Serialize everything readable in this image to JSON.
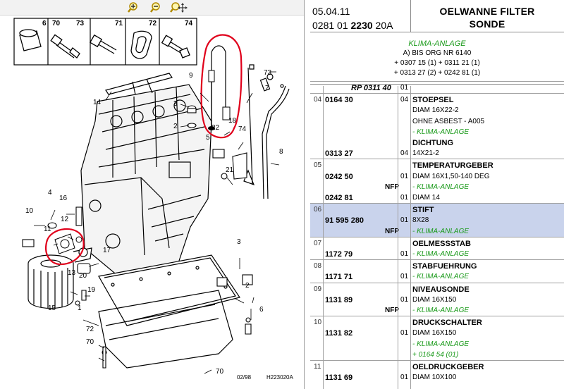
{
  "toolbar": {
    "zoom_in": "zoom-in-icon",
    "zoom_out": "zoom-out-icon",
    "pan": "zoom-pan-icon"
  },
  "drawing": {
    "kit_labels": [
      "6",
      "70",
      "73",
      "71",
      "72",
      "74"
    ],
    "callouts": [
      "14",
      "9",
      "3",
      "2",
      "7",
      "73",
      "18",
      "22",
      "74",
      "5",
      "21",
      "8",
      "4",
      "16",
      "10",
      "12",
      "11",
      "17",
      "15",
      "1",
      "20",
      "19",
      "13",
      "3",
      "2",
      "6",
      "72",
      "70",
      "70"
    ],
    "date_code": "02/98",
    "fig_code": "H223020A",
    "highlight_color": "#e0001b"
  },
  "header": {
    "date": "05.04.11",
    "ref_prefix": "0281 01",
    "ref_bold": "2230",
    "ref_suffix": "20A",
    "title_line1": "OELWANNE FILTER",
    "title_line2": "SONDE"
  },
  "info": {
    "klima": "KLIMA-ANLAGE",
    "line1": "A) BIS ORG NR 6140",
    "line2": "+ 0307 15 (1) + 0311 21 (1)",
    "line3": "+ 0313 27 (2) + 0242 81 (1)"
  },
  "rows": [
    {
      "num": "",
      "lines": [
        {
          "ref": "RP 0311 40",
          "flag": "",
          "qty": "01",
          "desc": "",
          "style": ""
        }
      ]
    },
    {
      "num": "04",
      "lines": [
        {
          "ref": "0164 30",
          "flag": "",
          "qty": "04",
          "desc": "STOEPSEL",
          "style": "b"
        },
        {
          "ref": "",
          "flag": "",
          "qty": "",
          "desc": "DIAM 16X22-2",
          "style": ""
        },
        {
          "ref": "",
          "flag": "",
          "qty": "",
          "desc": "OHNE ASBEST - A005",
          "style": ""
        },
        {
          "ref": "",
          "flag": "",
          "qty": "",
          "desc": "- KLIMA-ANLAGE",
          "style": "g"
        },
        {
          "ref": "",
          "flag": "",
          "qty": "",
          "desc": "DICHTUNG",
          "style": "b"
        },
        {
          "ref": "0313 27",
          "flag": "",
          "qty": "04",
          "desc": "14X21-2",
          "style": ""
        }
      ]
    },
    {
      "num": "05",
      "lines": [
        {
          "ref": "",
          "flag": "",
          "qty": "",
          "desc": "TEMPERATURGEBER",
          "style": "b"
        },
        {
          "ref": "0242 50",
          "flag": "",
          "qty": "01",
          "desc": "DIAM 16X1,50-140 DEG",
          "style": ""
        },
        {
          "ref": "",
          "flag": "NFP",
          "qty": "",
          "desc": "- KLIMA-ANLAGE",
          "style": "g"
        },
        {
          "ref": "0242 81",
          "flag": "",
          "qty": "01",
          "desc": "DIAM 14",
          "style": ""
        }
      ]
    },
    {
      "num": "06",
      "selected": true,
      "lines": [
        {
          "ref": "",
          "flag": "",
          "qty": "",
          "desc": "STIFT",
          "style": "b"
        },
        {
          "ref": "91 595 280",
          "flag": "",
          "qty": "01",
          "desc": "8X28",
          "style": ""
        },
        {
          "ref": "",
          "flag": "NFP",
          "qty": "",
          "desc": "- KLIMA-ANLAGE",
          "style": "g"
        }
      ]
    },
    {
      "num": "07",
      "lines": [
        {
          "ref": "",
          "flag": "",
          "qty": "",
          "desc": "OELMESSSTAB",
          "style": "b"
        },
        {
          "ref": "1172 79",
          "flag": "",
          "qty": "01",
          "desc": "- KLIMA-ANLAGE",
          "style": "g"
        }
      ]
    },
    {
      "num": "08",
      "lines": [
        {
          "ref": "",
          "flag": "",
          "qty": "",
          "desc": "STABFUEHRUNG",
          "style": "b"
        },
        {
          "ref": "1171 71",
          "flag": "",
          "qty": "01",
          "desc": "- KLIMA-ANLAGE",
          "style": "g"
        }
      ]
    },
    {
      "num": "09",
      "lines": [
        {
          "ref": "",
          "flag": "",
          "qty": "",
          "desc": "NIVEAUSONDE",
          "style": "b"
        },
        {
          "ref": "1131 89",
          "flag": "",
          "qty": "01",
          "desc": "DIAM 16X150",
          "style": ""
        },
        {
          "ref": "",
          "flag": "NFP",
          "qty": "",
          "desc": "- KLIMA-ANLAGE",
          "style": "g"
        }
      ]
    },
    {
      "num": "10",
      "lines": [
        {
          "ref": "",
          "flag": "",
          "qty": "",
          "desc": "DRUCKSCHALTER",
          "style": "b"
        },
        {
          "ref": "1131 82",
          "flag": "",
          "qty": "01",
          "desc": "DIAM 16X150",
          "style": ""
        },
        {
          "ref": "",
          "flag": "",
          "qty": "",
          "desc": "- KLIMA-ANLAGE",
          "style": "g"
        },
        {
          "ref": "",
          "flag": "",
          "qty": "",
          "desc": "+ 0164 54 (01)",
          "style": "g"
        }
      ]
    },
    {
      "num": "11",
      "lines": [
        {
          "ref": "",
          "flag": "",
          "qty": "",
          "desc": "OELDRUCKGEBER",
          "style": "b"
        },
        {
          "ref": "1131 69",
          "flag": "",
          "qty": "01",
          "desc": "DIAM 10X100",
          "style": ""
        }
      ]
    }
  ]
}
